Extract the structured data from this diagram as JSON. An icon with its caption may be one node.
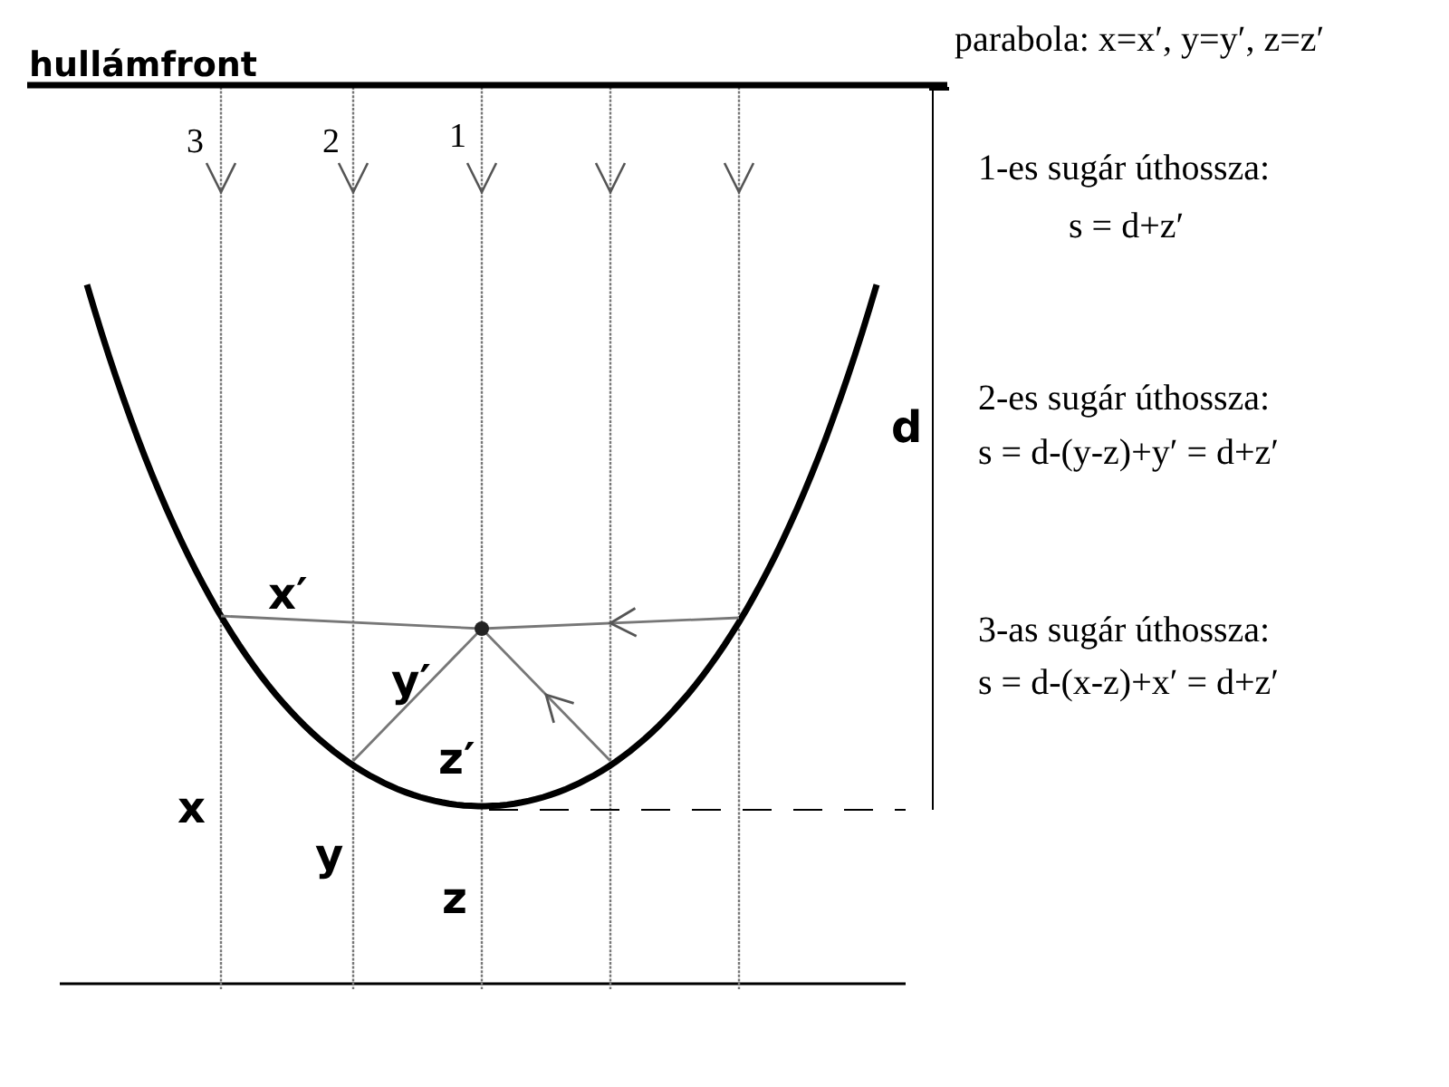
{
  "diagram": {
    "labels": [
      "parabola: x=x′, y=y′, z=z′",
      "hullámfront",
      "3",
      "2",
      "1",
      "1-es sugár úthossza:",
      "s = d+z′",
      "2-es sugár úthossza:",
      "d",
      "s = d-(y-z)+y′ = d+z′",
      "x′",
      "3-as sugár úthossza:",
      "s = d-(x-z)+x′ = d+z′",
      "y′",
      "z′",
      "x",
      "y",
      "z"
    ]
  }
}
